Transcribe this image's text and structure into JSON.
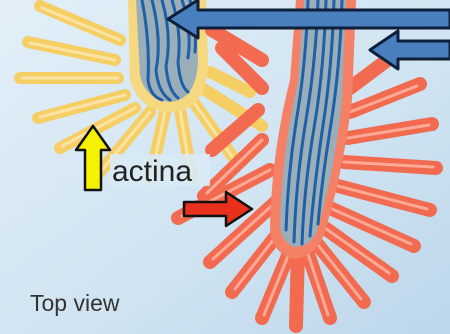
{
  "labels": {
    "actin": "actina",
    "view": "Top view"
  },
  "colors": {
    "background": "#cfe3f1",
    "yellow_bundle": "#f7d36a",
    "red_bundle": "#f26a4f",
    "core": "#9aaeb9",
    "fiber": "#1f5fa6",
    "arrow_blue": "#4a7fbf",
    "arrow_yellow": "#f5f200",
    "arrow_red": "#e8301c"
  },
  "arrows": [
    {
      "name": "blue-arrow-top",
      "color": "blue",
      "direction": "left"
    },
    {
      "name": "blue-arrow-right",
      "color": "blue",
      "direction": "left"
    },
    {
      "name": "yellow-arrow",
      "color": "yellow",
      "direction": "up"
    },
    {
      "name": "red-arrow",
      "color": "red",
      "direction": "right"
    }
  ]
}
